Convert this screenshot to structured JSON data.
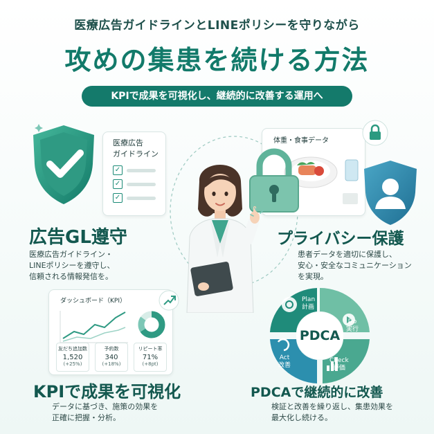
{
  "header": {
    "subtitle": "医療広告ガイドラインとLINEポリシーを守りながら",
    "title": "攻めの集患を続ける方法",
    "pill": "KPIで成果を可視化し、継続的に改善する運用へ"
  },
  "guideline_doc": {
    "title_line1": "医療広告",
    "title_line2": "ガイドライン"
  },
  "sections": {
    "compliance": {
      "title": "広告GL遵守",
      "desc_line1": "医療広告ガイドライン・",
      "desc_line2": "LINEポリシーを遵守し、",
      "desc_line3": "信頼される情報発信を。"
    },
    "privacy": {
      "title": "プライバシー保護",
      "desc_line1": "患者データを適切に保護し、",
      "desc_line2": "安心・安全なコミュニケーション",
      "desc_line3": "を実現。"
    },
    "kpi": {
      "title": "KPIで成果を可視化",
      "desc_line1": "データに基づき、施策の効果を",
      "desc_line2": "正確に把握・分析。"
    },
    "pdca": {
      "title": "PDCAで継続的に改善",
      "desc_line1": "検証と改善を繰り返し、集患効果を",
      "desc_line2": "最大化し続ける。"
    }
  },
  "food_card": {
    "title": "体重・食事データ"
  },
  "dashboard": {
    "title": "ダッシュボード（KPI）",
    "kpis": [
      {
        "label": "友だち追加数",
        "value": "1,520",
        "delta": "(+25%)"
      },
      {
        "label": "予約数",
        "value": "340",
        "delta": "(+18%)"
      },
      {
        "label": "リピート率",
        "value": "71%",
        "delta": "(+8pt)"
      }
    ]
  },
  "pdca_cycle": {
    "center": "PDCA",
    "plan_en": "Plan",
    "plan_ja": "計画",
    "do_en": "Do",
    "do_ja": "実行",
    "check_en": "Check",
    "check_ja": "評価",
    "act_en": "Act",
    "act_ja": "改善"
  },
  "colors": {
    "brand": "#127a6a",
    "brand_dark": "#13584f",
    "pill": "#147a6b",
    "shield_blue": "#2c86a8",
    "check_green": "#3fa86a"
  }
}
